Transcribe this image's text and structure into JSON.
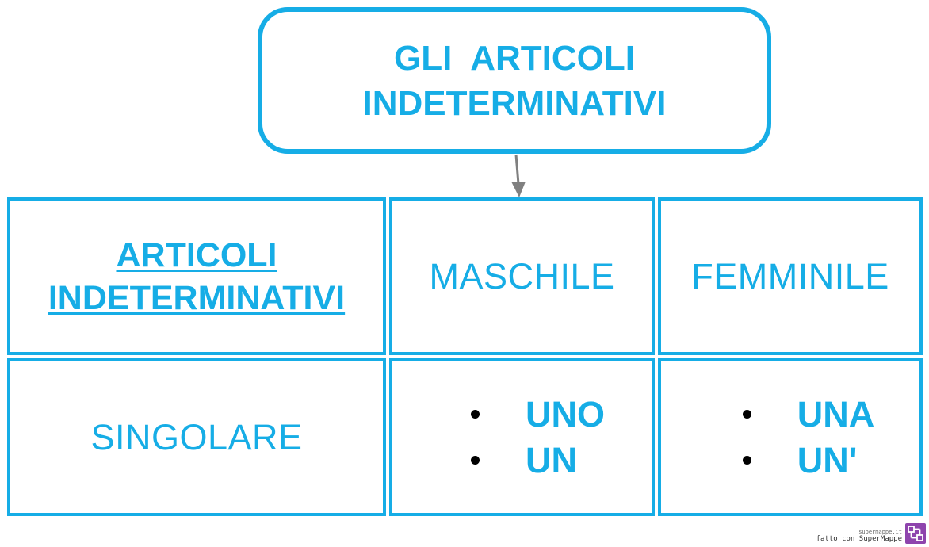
{
  "diagram": {
    "title_lines": [
      "GLI  ARTICOLI",
      "INDETERMINATIVI"
    ],
    "table": {
      "header_lines": [
        "ARTICOLI ",
        "INDETERMINATIVI"
      ],
      "columns": [
        "MASCHILE",
        "FEMMINILE"
      ],
      "rows": [
        {
          "label": "SINGOLARE",
          "maschile": [
            "UNO",
            "UN"
          ],
          "femminile": [
            "UNA",
            "UN'"
          ]
        }
      ]
    }
  },
  "footer": {
    "site": "supermappe.it",
    "made_with": "fatto con SuperMappe"
  },
  "colors": {
    "accent": "#16ade6",
    "connector": "#808080",
    "bullet": "#000000",
    "logo": "#8e44ad"
  },
  "icons": {
    "logo": "supermappe-logo-icon",
    "connector": "arrow-down-icon"
  }
}
